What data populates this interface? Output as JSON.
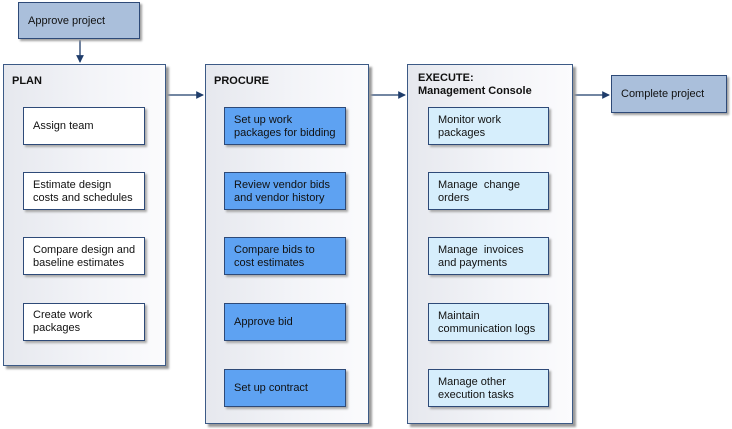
{
  "start": {
    "label": "Approve project"
  },
  "end": {
    "label": "Complete project"
  },
  "phases": [
    {
      "title": "PLAN",
      "subtitle": "",
      "steps": [
        "Assign team",
        "Estimate design costs and schedules",
        "Compare design and baseline estimates",
        "Create work packages"
      ]
    },
    {
      "title": "PROCURE",
      "subtitle": "",
      "steps": [
        "Set up work packages for bidding",
        "Review vendor bids and vendor history",
        "Compare bids to cost estimates",
        "Approve bid",
        "Set up contract"
      ]
    },
    {
      "title": "EXECUTE:",
      "subtitle": "Management Console",
      "steps": [
        "Monitor work packages",
        "Manage  change orders",
        "Manage  invoices and payments",
        "Maintain communication logs",
        "Manage other execution tasks"
      ]
    }
  ],
  "colors": {
    "terminal": "#aabfdb",
    "plan_step": "#ffffff",
    "procure_step": "#5ea2f2",
    "execute_step": "#d6eefc",
    "connector": "#1f3d6b"
  }
}
